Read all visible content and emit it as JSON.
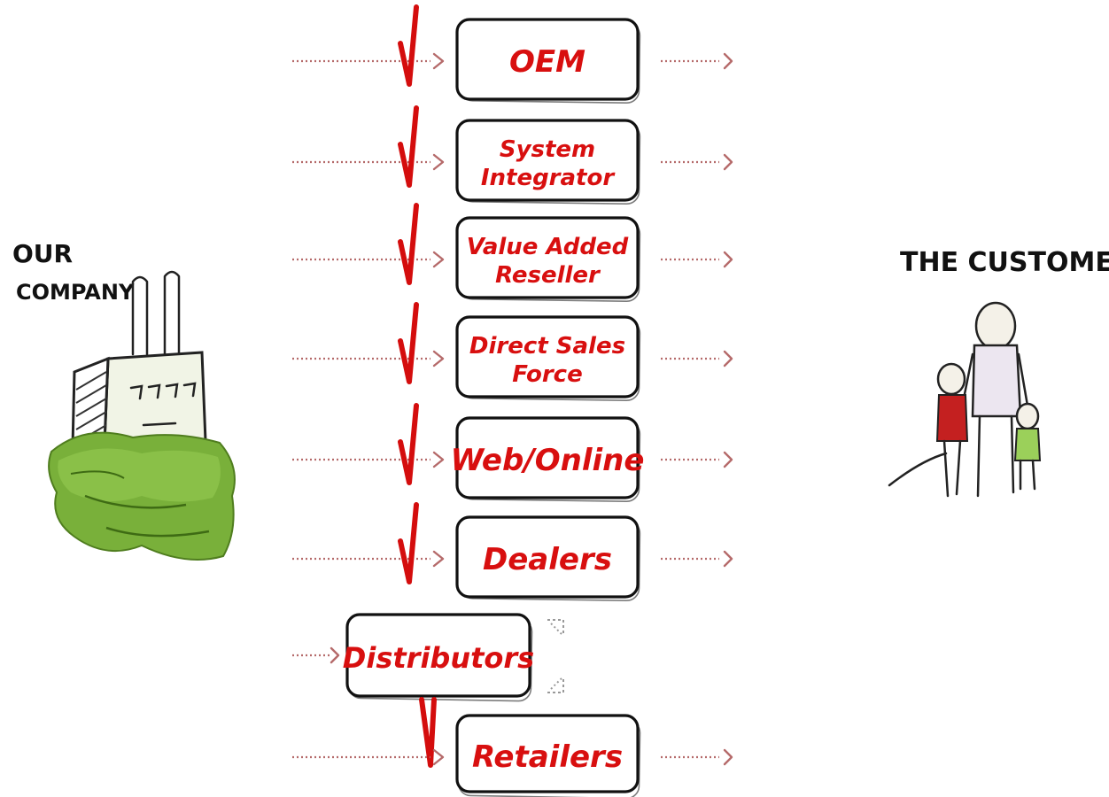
{
  "company": {
    "label_line1": "OUR",
    "label_line2": "COMPANY"
  },
  "customer": {
    "label": "THE CUSTOMER"
  },
  "channels": [
    {
      "id": "oem",
      "lines": [
        "OEM"
      ]
    },
    {
      "id": "system-integrator",
      "lines": [
        "System",
        "Integrator"
      ]
    },
    {
      "id": "value-added-reseller",
      "lines": [
        "Value Added",
        "Reseller"
      ]
    },
    {
      "id": "direct-sales-force",
      "lines": [
        "Direct Sales",
        "Force"
      ]
    },
    {
      "id": "web-online",
      "lines": [
        "Web/Online"
      ]
    },
    {
      "id": "dealers",
      "lines": [
        "Dealers"
      ]
    }
  ],
  "distributors": {
    "label": "Distributors"
  },
  "retailers": {
    "label": "Retailers"
  },
  "colors": {
    "ink_red": "#d80f0f",
    "ink_black": "#111111",
    "factory_green": "#6aa32a",
    "dotted_arrow": "#b56a6a"
  }
}
